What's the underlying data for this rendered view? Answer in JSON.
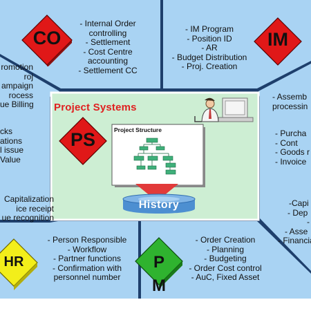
{
  "modules": {
    "co": {
      "label": "CO",
      "color": "#e01818"
    },
    "im": {
      "label": "IM",
      "color": "#e01818"
    },
    "ps": {
      "label": "PS",
      "color": "#e01818"
    },
    "hr": {
      "label": "HR",
      "color": "#f3ee1a"
    },
    "pm": {
      "label_top": "P",
      "label_bottom": "M",
      "color": "#2fb32f"
    }
  },
  "center": {
    "title": "Project Systems",
    "structure_label": "Project Structure",
    "history_label": "History"
  },
  "panels": {
    "co": [
      "- Internal Order",
      "controlling",
      "- Settlement",
      "- Cost Centre",
      "accounting",
      "- Settlement CC"
    ],
    "im": [
      "- IM Program",
      "- Position ID",
      "- AR",
      "- Budget Distribution",
      "- Proj. Creation"
    ],
    "left_top": [
      "romotion",
      "roj",
      "ampaign",
      "rocess",
      "ue Billing"
    ],
    "left_mid": [
      "cks",
      "ations",
      "l issue",
      "Value"
    ],
    "left_bottom": [
      "Capitalization",
      "ice receipt",
      "ue recognition"
    ],
    "right_top": [
      "- Assemb",
      "processin"
    ],
    "right_mid": [
      "- Purcha",
      "- Cont",
      "- Goods r",
      "- Invoice"
    ],
    "right_bottom": [
      "-Capi",
      "- Dep",
      "-",
      "- Asse",
      "- Financia"
    ],
    "hr": [
      "- Person Responsible",
      "- Workflow",
      "- Partner functions",
      "- Confirmation with",
      "personnel number"
    ],
    "pm": [
      "- Order Creation",
      "- Planning",
      "- Budgeting",
      "- Order Cost control",
      "- AuC, Fixed Asset"
    ]
  },
  "colors": {
    "panel_fill": "#a9d3f3",
    "center_fill": "#cdeed3",
    "separator": "#ffffff",
    "title": "#e02020",
    "history_fill": "#4d8fd1"
  }
}
